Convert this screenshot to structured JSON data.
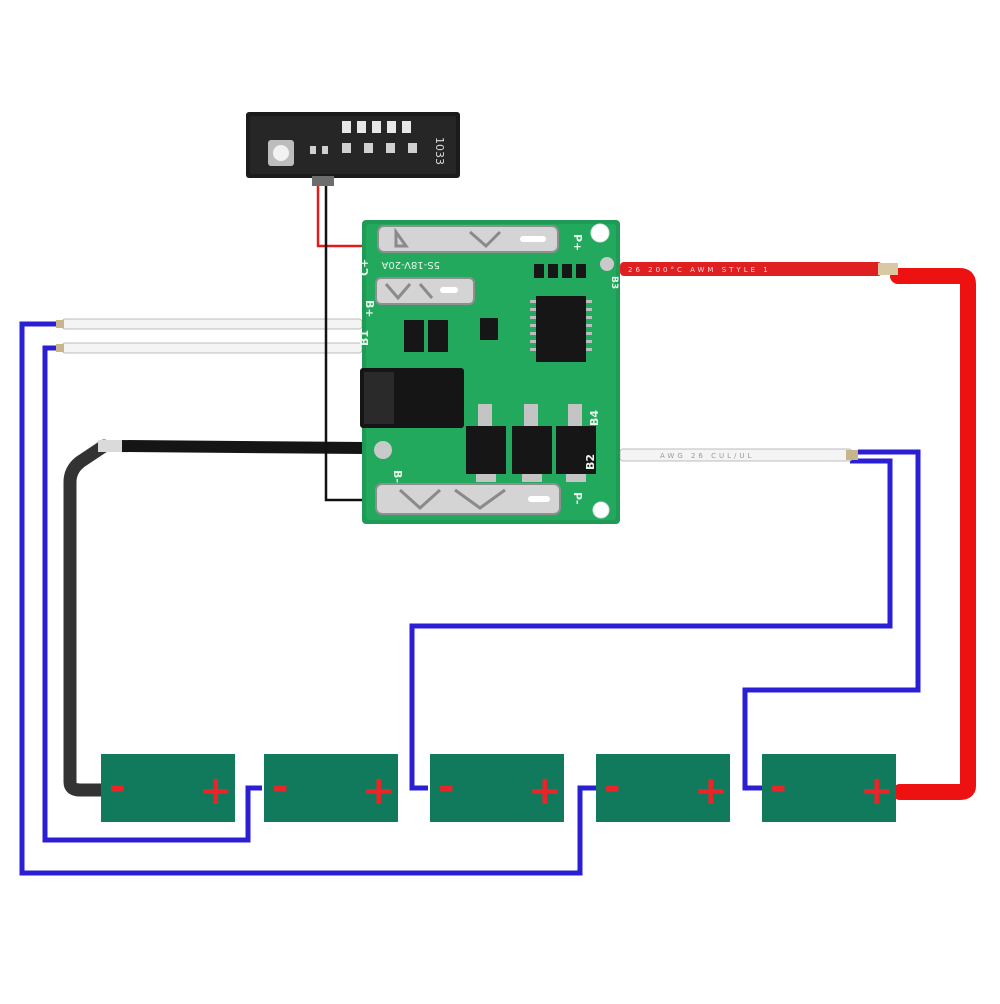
{
  "colors": {
    "background": "#ffffff",
    "pcb_green": "#1e9c55",
    "cell_green": "#127a5c",
    "balance_wire": "#2b1fd6",
    "positive_wire": "#ee1111",
    "negative_wire": "#333333",
    "terminal_metal": "#c9c9c9",
    "led_board": "#1b1b1b"
  },
  "led_board": {
    "marking": "1033"
  },
  "bms_board": {
    "pads": {
      "c_plus": "C+",
      "p_plus": "P+",
      "b_plus": "B+",
      "b_minus": "B-",
      "p_minus": "P-",
      "b1": "B1",
      "b2": "B2",
      "b4": "B4",
      "b3": "B3"
    },
    "marking": "5S-18V-20A"
  },
  "wire_markings": {
    "red_lead": "26 200°C AWM STYLE 1",
    "white_lead": "AWG 26 CUL/UL"
  },
  "cells": [
    {
      "negative": "-",
      "positive": "+"
    },
    {
      "negative": "-",
      "positive": "+"
    },
    {
      "negative": "-",
      "positive": "+"
    },
    {
      "negative": "-",
      "positive": "+"
    },
    {
      "negative": "-",
      "positive": "+"
    }
  ]
}
